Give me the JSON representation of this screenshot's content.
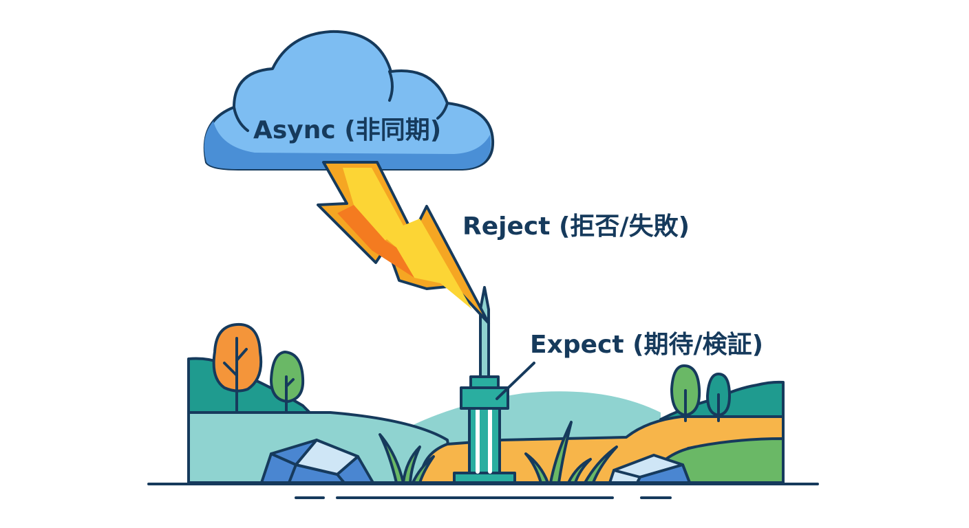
{
  "labels": {
    "async": "Async (非同期)",
    "reject": "Reject (拒否/失敗)",
    "expect": "Expect (期待/検証)"
  },
  "colors": {
    "outline": "#163a5c",
    "cloud_light": "#7dbdf2",
    "cloud_dark": "#4a8fd6",
    "bolt_outer": "#f5a623",
    "bolt_inner": "#fcd535",
    "bolt_core": "#f47b20",
    "hill_teal": "#1f9b8f",
    "hill_mint": "#8fd3d0",
    "hill_orange": "#f7b54a",
    "hill_green": "#6ab866",
    "tree_orange": "#f4953a",
    "tree_green": "#6ab866",
    "rock_blue": "#4a86d1",
    "rock_light": "#cfe6f6",
    "rod_teal": "#2aaea0"
  },
  "icons": [
    "cloud-icon",
    "lightning-bolt-icon",
    "lightning-rod-icon",
    "tree-icon",
    "rock-icon",
    "grass-icon",
    "hill-icon"
  ]
}
